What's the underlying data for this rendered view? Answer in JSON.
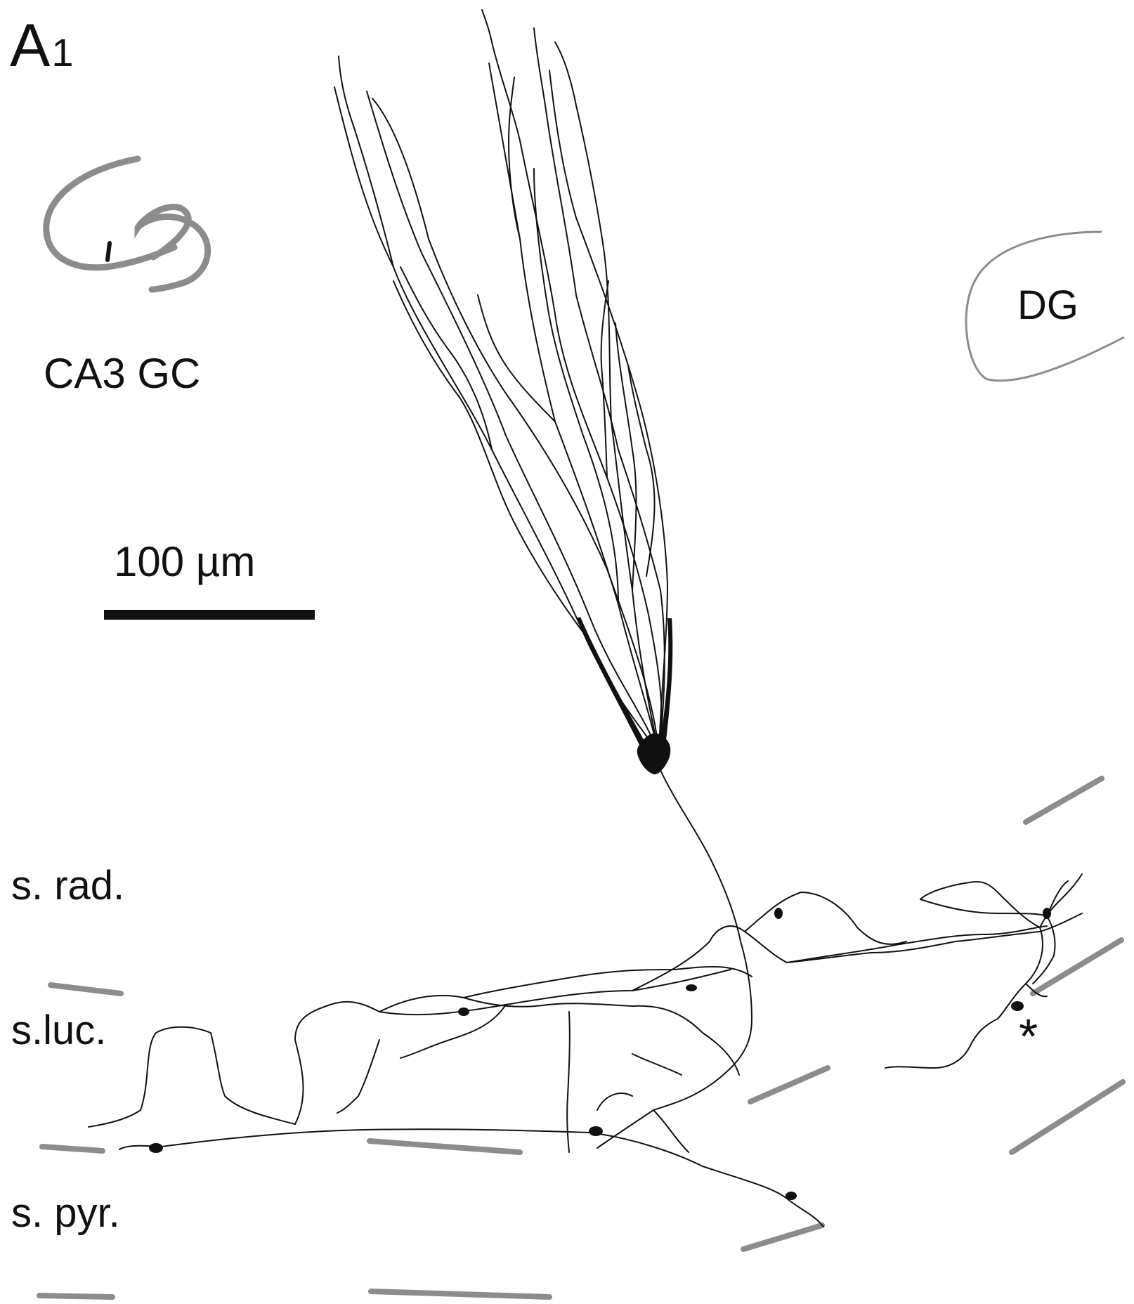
{
  "panel": {
    "label": "A",
    "sublabel": "1"
  },
  "inset": {
    "label": "CA3 GC",
    "region_color": "#8a8a8a"
  },
  "dg": {
    "label": "DG",
    "outline_color": "#8a8a8a"
  },
  "scale_bar": {
    "label": "100 µm"
  },
  "layers": {
    "radiatum": "s. rad.",
    "lucidum": "s.luc.",
    "pyramidale": "s. pyr."
  },
  "marker": "*",
  "colors": {
    "trace": "#111111",
    "boundary": "#8c8c8c",
    "background": "#ffffff"
  }
}
